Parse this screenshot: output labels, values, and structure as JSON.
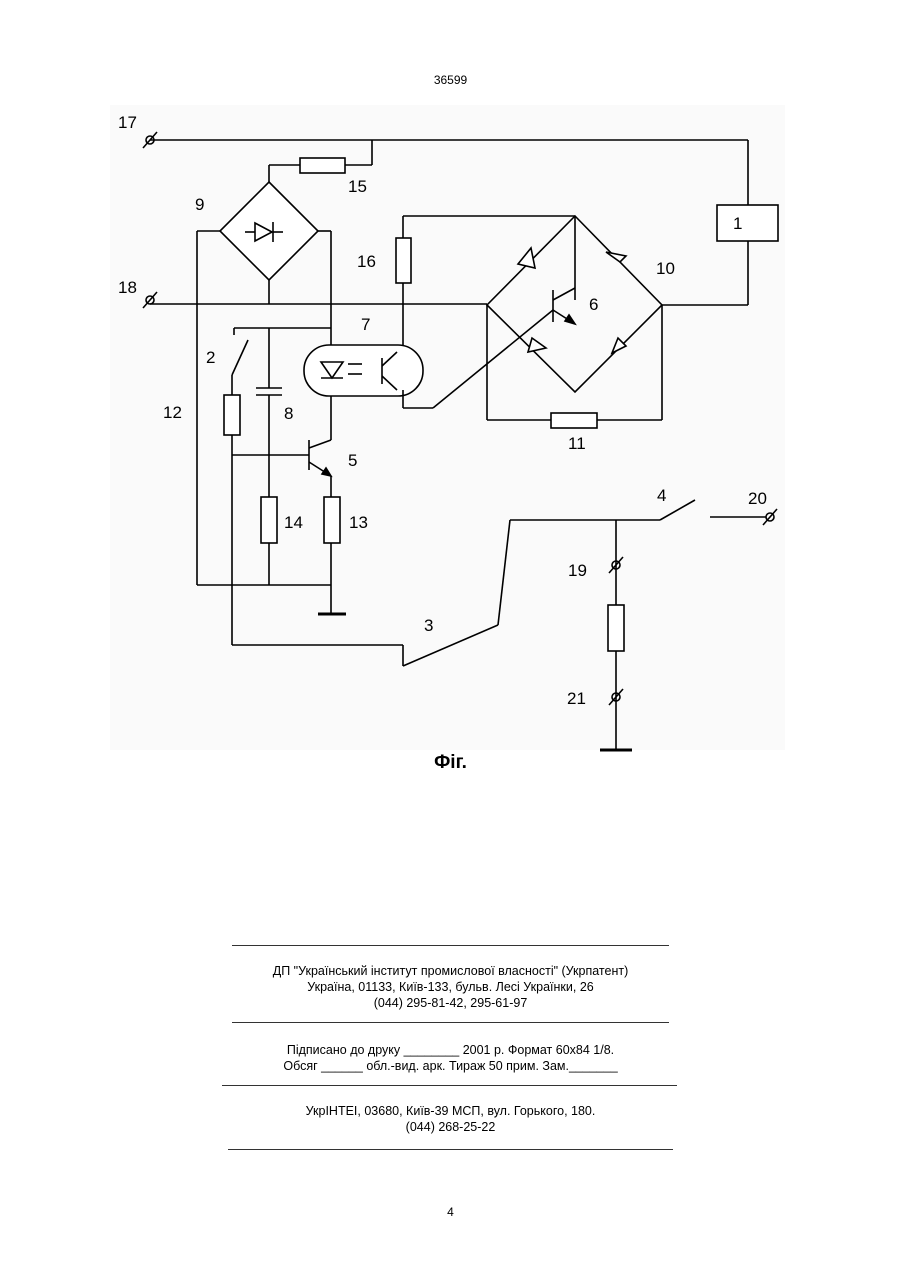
{
  "header": {
    "doc_number": "36599"
  },
  "figure": {
    "caption": "Фіг.",
    "labels": {
      "l1": "1",
      "l2": "2",
      "l3": "3",
      "l4": "4",
      "l5": "5",
      "l6": "6",
      "l7": "7",
      "l8": "8",
      "l9": "9",
      "l10": "10",
      "l11": "11",
      "l12": "12",
      "l13": "13",
      "l14": "14",
      "l15": "15",
      "l16": "16",
      "l17": "17",
      "l18": "18",
      "l19": "19",
      "l20": "20",
      "l21": "21"
    }
  },
  "imprint": {
    "org_line1": "ДП \"Український інститут промислової власності\" (Укрпатент)",
    "org_line2": "Україна, 01133, Київ-133, бульв. Лесі Українки, 26",
    "org_line3": "(044) 295-81-42, 295-61-97",
    "print_line1": "Підписано до друку ________ 2001 р.    Формат 60х84 1/8.",
    "print_line2": "Обсяг ______ обл.-вид. арк.   Тираж 50 прим.    Зам._______",
    "press_line1": "УкрІНТЕІ, 03680, Київ-39 МСП, вул. Горького, 180.",
    "press_line2": "(044) 268-25-22"
  },
  "footer": {
    "page_number": "4"
  }
}
